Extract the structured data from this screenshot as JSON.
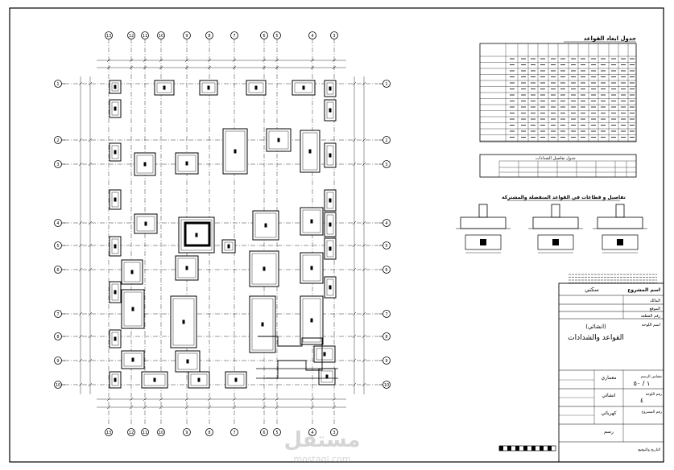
{
  "grid": {
    "columns": [
      "13",
      "12",
      "11",
      "10",
      "9",
      "8",
      "7",
      "6",
      "5",
      "4",
      "3"
    ],
    "rows": [
      "1",
      "2",
      "3",
      "4",
      "5",
      "6",
      "7",
      "8",
      "9",
      "10"
    ]
  },
  "tables": {
    "footings_title": "جدول ابعاد القواعد",
    "ties_title": "جدول تفاصيل الشدادات",
    "details_title": "تفاصيل و قطاعات في القواعد المنفصلة والمشتركة"
  },
  "title_block": {
    "project_label": "اسم المشروع",
    "project_value": "سكني",
    "owner_label": "المالك",
    "location_label": "الموقع",
    "plot_label": "رقم القطعة",
    "sheet_name_label": "اسم اللوحة",
    "sheet_name_line1": "(انشائي)",
    "sheet_name_line2": "القواعد والشدادات",
    "scale_label": "مقياس الرسم",
    "scale_value": "١ / ٥٠",
    "sheet_no_label": "رقم اللوحة",
    "sheet_no_value": "٤",
    "discipline_label": "رقم المشروع",
    "arch_label": "معماري",
    "struct_label": "انشائي",
    "elec_label": "كهربائي",
    "drawn_label": "رسم",
    "date_label": "التاريخ والتوقيع"
  },
  "watermark": {
    "brand": "مستقل",
    "url": "mostaql.com"
  }
}
